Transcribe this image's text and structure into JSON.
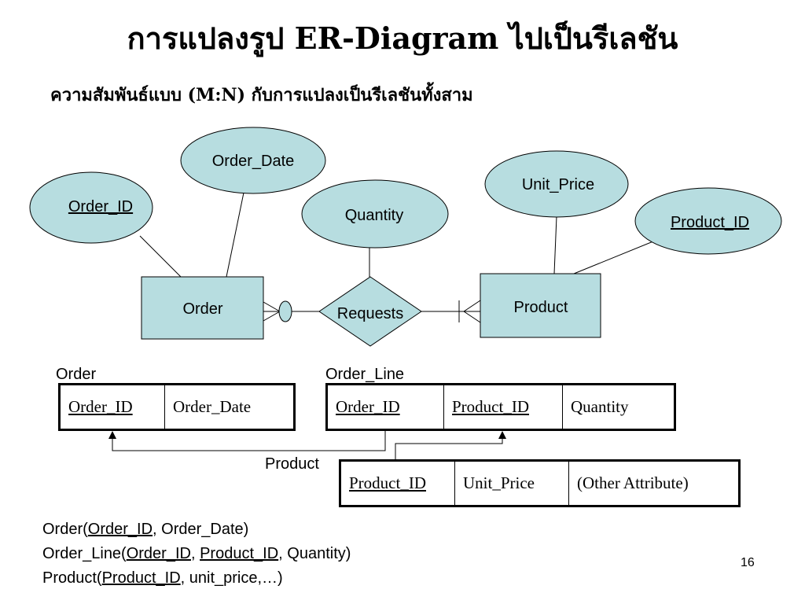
{
  "title": "การแปลงรูป ER-Diagram ไปเป็นรีเลชัน",
  "subtitle": "ความสัมพันธ์แบบ (M:N) กับการแปลงเป็นรีเลชันทั้งสาม",
  "colors": {
    "shape_fill": "#b7dde0",
    "stroke": "#000000"
  },
  "er": {
    "entities": {
      "order": "Order",
      "product": "Product"
    },
    "relationship": "Requests",
    "attributes": {
      "order_id": "Order_ID",
      "order_date": "Order_Date",
      "quantity": "Quantity",
      "unit_price": "Unit_Price",
      "product_id": "Product_ID"
    }
  },
  "tables": {
    "order": {
      "name": "Order",
      "cols": [
        "Order_ID",
        "Order_Date"
      ]
    },
    "order_line": {
      "name": "Order_Line",
      "cols": [
        "Order_ID",
        "Product_ID",
        "Quantity"
      ]
    },
    "product": {
      "name": "Product",
      "cols": [
        "Product_ID",
        "Unit_Price",
        "(Other Attribute)"
      ]
    }
  },
  "schema": {
    "l1_a": "Order(",
    "l1_pk": "Order_ID",
    "l1_b": ", Order_Date)",
    "l2_a": "Order_Line(",
    "l2_pk1": "Order_ID",
    "l2_sep": ", ",
    "l2_pk2": "Product_ID",
    "l2_b": ", Quantity)",
    "l3_a": "Product(",
    "l3_pk": "Product_ID",
    "l3_b": ", unit_price,…)"
  },
  "page_number": "16"
}
